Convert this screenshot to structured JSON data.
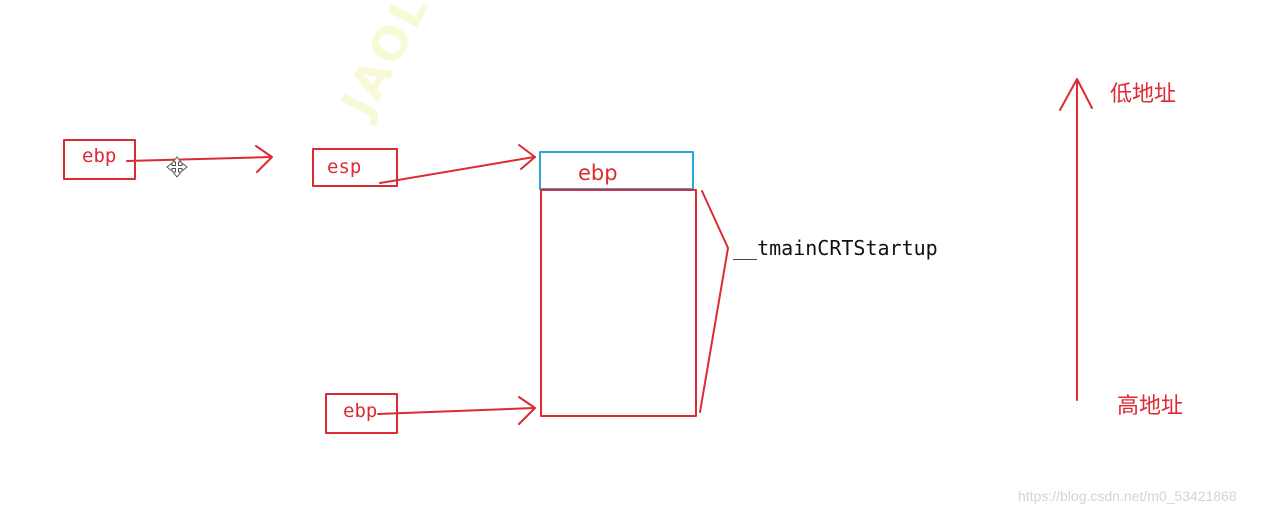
{
  "colors": {
    "red": "#dd2a33",
    "blue": "#2ba3dc",
    "watermark": "#eef088",
    "url": "#d4d4d4"
  },
  "watermark": {
    "text": "JAOLIES"
  },
  "labels": {
    "left_ebp": "ebp",
    "esp": "esp",
    "bottom_ebp": "ebp",
    "stack_top_ebp": "ebp",
    "function_name": "__tmainCRTStartup",
    "low_address": "低地址",
    "high_address": "高地址"
  },
  "footer": {
    "url": "https://blog.csdn.net/m0_53421868"
  },
  "icons": {
    "move_cursor": "move-cursor-icon"
  }
}
